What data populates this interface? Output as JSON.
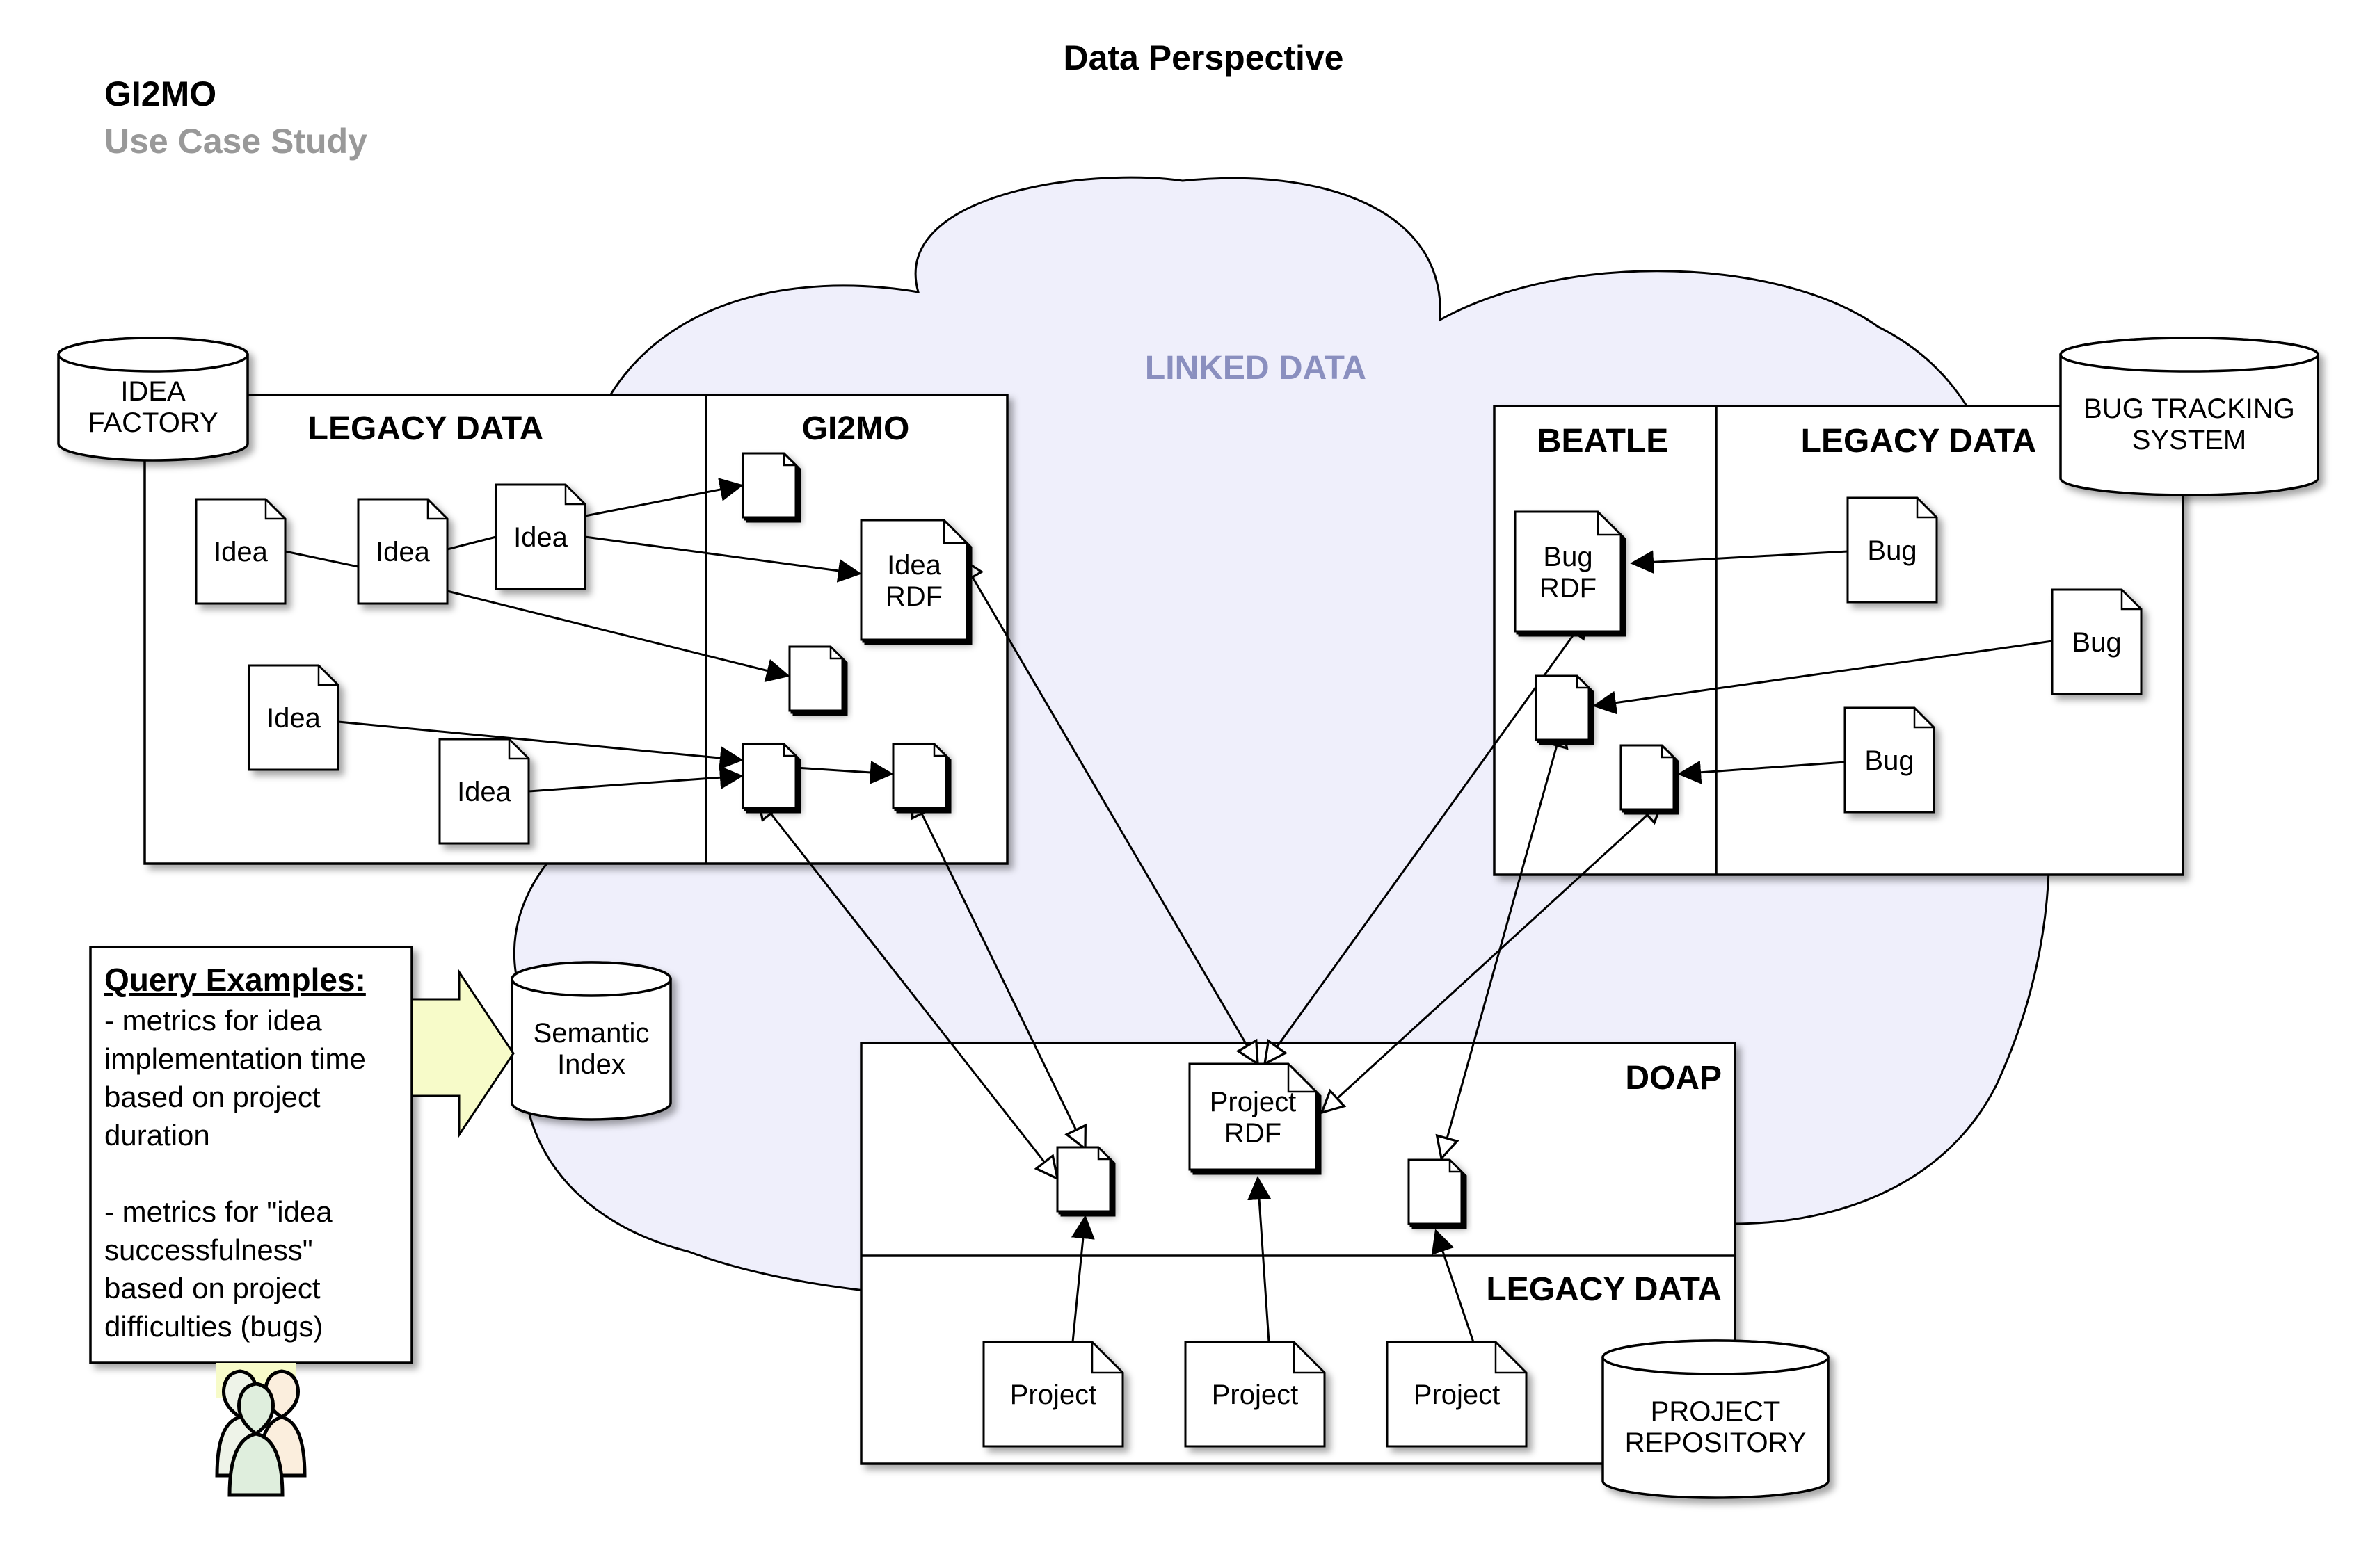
{
  "header": {
    "title": "Data Perspective",
    "brand": "GI2MO",
    "subtitle": "Use Case Study"
  },
  "cloud": {
    "label": "LINKED DATA",
    "fill_color": "#efeffb",
    "label_color": "#8a8fbf"
  },
  "databases": {
    "idea_factory": [
      "IDEA",
      "FACTORY"
    ],
    "bug_tracking": [
      "BUG TRACKING",
      "SYSTEM"
    ],
    "semantic_index": [
      "Semantic",
      "Index"
    ],
    "project_repository": [
      "PROJECT",
      "REPOSITORY"
    ]
  },
  "panels": {
    "left_legacy": "LEGACY DATA",
    "gi2mo": "GI2MO",
    "beatle": "BEATLE",
    "right_legacy": "LEGACY DATA",
    "doap": "DOAP",
    "bottom_legacy": "LEGACY DATA"
  },
  "documents": {
    "idea": "Idea",
    "idea_rdf": [
      "Idea",
      "RDF"
    ],
    "bug": "Bug",
    "bug_rdf": [
      "Bug",
      "RDF"
    ],
    "project": "Project",
    "project_rdf": [
      "Project",
      "RDF"
    ]
  },
  "query": {
    "title": "Query Examples:",
    "lines": [
      "- metrics for idea",
      "implementation time",
      "based on project",
      "duration",
      "",
      "- metrics for \"idea",
      "successfulness\"",
      "based on project",
      "difficulties (bugs)"
    ]
  },
  "icons": {
    "users": "users-group-icon",
    "arrow": "arrow-right-icon"
  },
  "colors": {
    "arrow_fill": "#f7fbc9",
    "shadow": "#777777"
  }
}
